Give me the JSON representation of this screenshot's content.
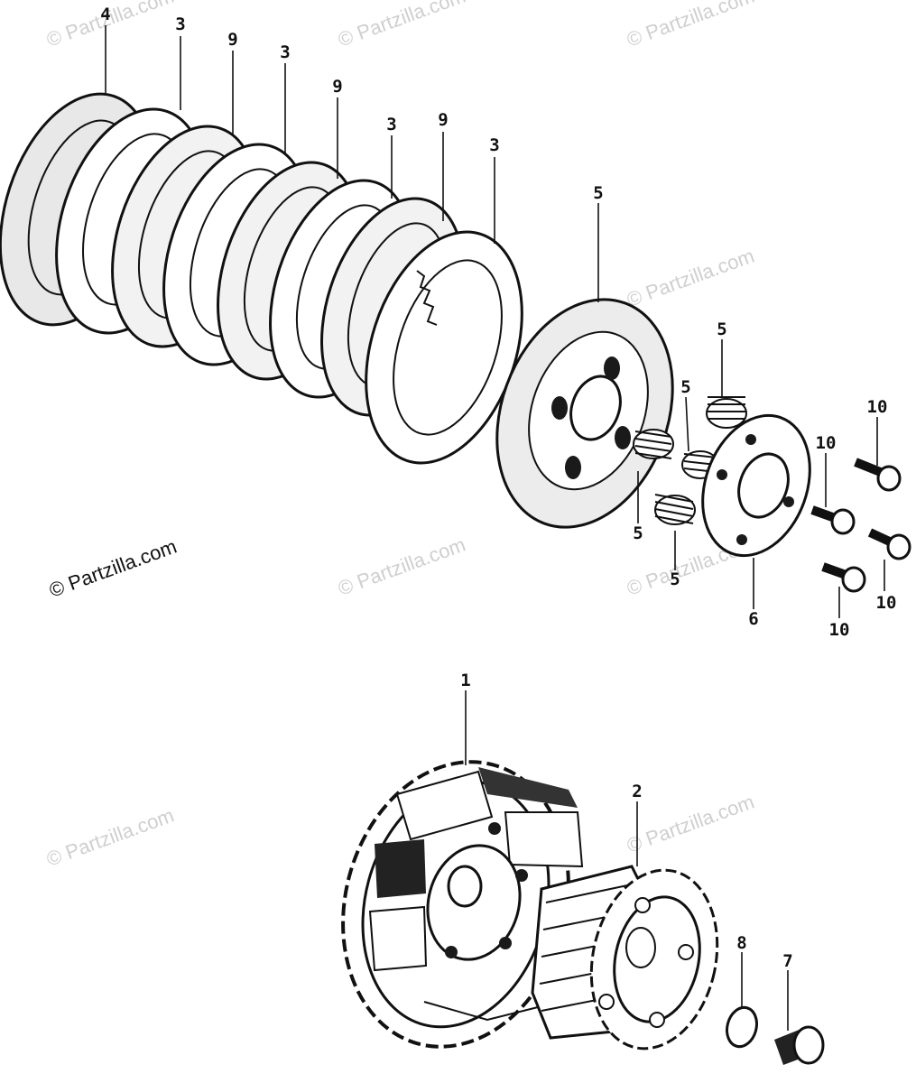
{
  "watermark": "© Partzilla.com",
  "callouts": [
    {
      "id": "c1",
      "label": "4"
    },
    {
      "id": "c2",
      "label": "3"
    },
    {
      "id": "c3",
      "label": "9"
    },
    {
      "id": "c4",
      "label": "3"
    },
    {
      "id": "c5",
      "label": "9"
    },
    {
      "id": "c6",
      "label": "3"
    },
    {
      "id": "c7",
      "label": "9"
    },
    {
      "id": "c8",
      "label": "3"
    },
    {
      "id": "c9",
      "label": "5"
    },
    {
      "id": "c10",
      "label": "5"
    },
    {
      "id": "c11",
      "label": "5"
    },
    {
      "id": "c12",
      "label": "5"
    },
    {
      "id": "c13",
      "label": "5"
    },
    {
      "id": "c14",
      "label": "6"
    },
    {
      "id": "c15",
      "label": "10"
    },
    {
      "id": "c16",
      "label": "10"
    },
    {
      "id": "c17",
      "label": "10"
    },
    {
      "id": "c18",
      "label": "10"
    },
    {
      "id": "c19",
      "label": "1"
    },
    {
      "id": "c20",
      "label": "2"
    },
    {
      "id": "c21",
      "label": "8"
    },
    {
      "id": "c22",
      "label": "7"
    }
  ]
}
